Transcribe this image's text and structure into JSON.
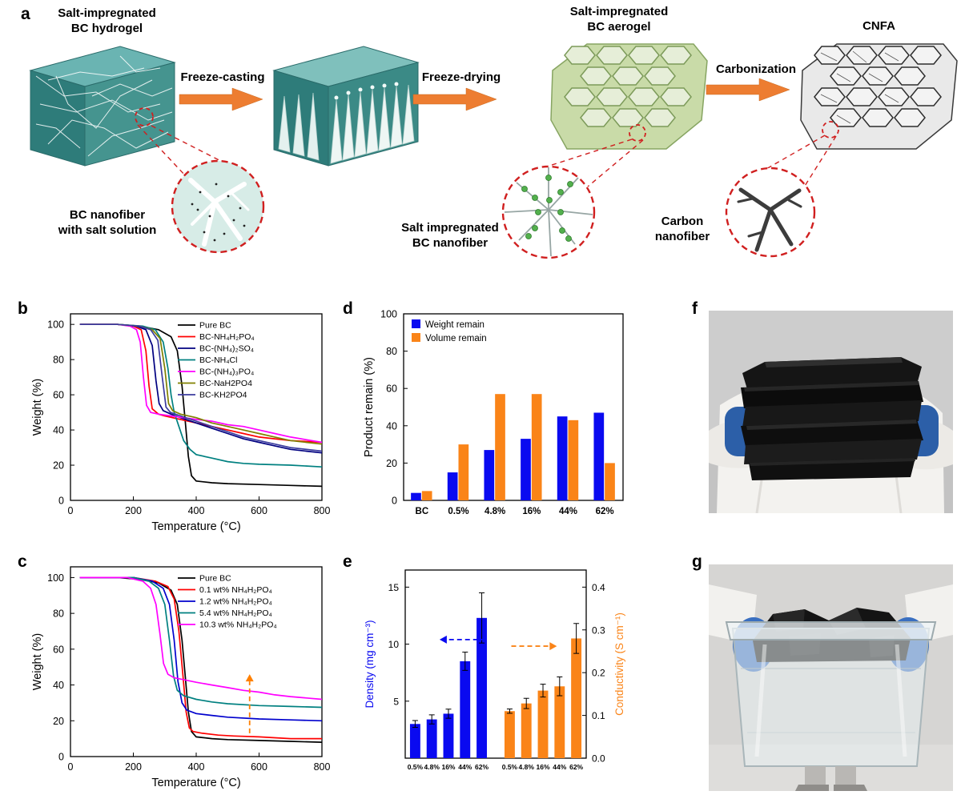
{
  "figure": {
    "panel_labels": {
      "a": "a",
      "b": "b",
      "c": "c",
      "d": "d",
      "e": "e",
      "f": "f",
      "g": "g"
    }
  },
  "schematic": {
    "stage1_title": "Salt-impregnated\nBC hydrogel",
    "step1": "Freeze-casting",
    "step2": "Freeze-drying",
    "stage3_title": "Salt-impregnated\nBC aerogel",
    "step3": "Carbonization",
    "stage4_title": "CNFA",
    "inset1": "BC nanofiber\nwith salt solution",
    "inset2": "Salt impregnated\nBC nanofiber",
    "inset3": "Carbon\nnanofiber"
  },
  "chart_data": [
    {
      "id": "b",
      "type": "line",
      "xlabel": "Temperature (°C)",
      "ylabel": "Weight (%)",
      "xlim": [
        0,
        800
      ],
      "ylim": [
        0,
        106
      ],
      "xticks": [
        0,
        200,
        400,
        600,
        800
      ],
      "yticks": [
        0,
        20,
        40,
        60,
        80,
        100
      ],
      "legend_position": "top-right",
      "series": [
        {
          "name": "Pure BC",
          "color": "#000000",
          "points": [
            [
              30,
              100
            ],
            [
              150,
              100
            ],
            [
              220,
              99
            ],
            [
              280,
              97
            ],
            [
              320,
              93
            ],
            [
              340,
              85
            ],
            [
              355,
              65
            ],
            [
              365,
              45
            ],
            [
              375,
              25
            ],
            [
              385,
              14
            ],
            [
              400,
              11
            ],
            [
              450,
              10
            ],
            [
              500,
              9.5
            ],
            [
              600,
              9
            ],
            [
              700,
              8.5
            ],
            [
              800,
              8
            ]
          ]
        },
        {
          "name": "BC-NH₄H₂PO₄",
          "color": "#FF0000",
          "points": [
            [
              30,
              100
            ],
            [
              150,
              100
            ],
            [
              200,
              99
            ],
            [
              225,
              97
            ],
            [
              240,
              85
            ],
            [
              250,
              65
            ],
            [
              260,
              52
            ],
            [
              280,
              49
            ],
            [
              300,
              48
            ],
            [
              350,
              46
            ],
            [
              400,
              44
            ],
            [
              450,
              42
            ],
            [
              500,
              40
            ],
            [
              550,
              38
            ],
            [
              600,
              36
            ],
            [
              650,
              35
            ],
            [
              700,
              34
            ],
            [
              800,
              33
            ]
          ]
        },
        {
          "name": "BC-(NH₄)₂SO₄",
          "color": "#000080",
          "points": [
            [
              30,
              100
            ],
            [
              150,
              100
            ],
            [
              210,
              99
            ],
            [
              240,
              97
            ],
            [
              260,
              88
            ],
            [
              272,
              68
            ],
            [
              282,
              55
            ],
            [
              295,
              51
            ],
            [
              320,
              49
            ],
            [
              350,
              47
            ],
            [
              400,
              44
            ],
            [
              450,
              41
            ],
            [
              500,
              38
            ],
            [
              550,
              35
            ],
            [
              600,
              33
            ],
            [
              650,
              31
            ],
            [
              700,
              29
            ],
            [
              800,
              27
            ]
          ]
        },
        {
          "name": "BC-NH₄Cl",
          "color": "#008080",
          "points": [
            [
              30,
              100
            ],
            [
              150,
              100
            ],
            [
              230,
              99
            ],
            [
              270,
              97
            ],
            [
              295,
              90
            ],
            [
              310,
              75
            ],
            [
              320,
              60
            ],
            [
              330,
              50
            ],
            [
              345,
              42
            ],
            [
              360,
              34
            ],
            [
              380,
              29
            ],
            [
              400,
              26
            ],
            [
              450,
              24
            ],
            [
              500,
              22
            ],
            [
              550,
              21
            ],
            [
              600,
              20.5
            ],
            [
              700,
              20
            ],
            [
              800,
              19
            ]
          ]
        },
        {
          "name": "BC-(NH₄)₃PO₄",
          "color": "#FF00FF",
          "points": [
            [
              30,
              100
            ],
            [
              150,
              100
            ],
            [
              190,
              99
            ],
            [
              210,
              97
            ],
            [
              222,
              90
            ],
            [
              232,
              70
            ],
            [
              242,
              54
            ],
            [
              255,
              50
            ],
            [
              280,
              49
            ],
            [
              320,
              48
            ],
            [
              360,
              47
            ],
            [
              400,
              46
            ],
            [
              450,
              45
            ],
            [
              500,
              43
            ],
            [
              550,
              42
            ],
            [
              600,
              40
            ],
            [
              650,
              38
            ],
            [
              700,
              36
            ],
            [
              800,
              33
            ]
          ]
        },
        {
          "name": "BC-NaH2PO4",
          "color": "#808000",
          "points": [
            [
              30,
              100
            ],
            [
              150,
              100
            ],
            [
              220,
              99
            ],
            [
              260,
              97
            ],
            [
              285,
              92
            ],
            [
              300,
              75
            ],
            [
              312,
              55
            ],
            [
              325,
              51
            ],
            [
              350,
              49
            ],
            [
              400,
              47
            ],
            [
              450,
              44
            ],
            [
              500,
              42
            ],
            [
              550,
              40
            ],
            [
              600,
              38
            ],
            [
              650,
              36
            ],
            [
              700,
              34
            ],
            [
              800,
              32
            ]
          ]
        },
        {
          "name": "BC-KH2PO4",
          "color": "#3C3C9E",
          "points": [
            [
              30,
              100
            ],
            [
              150,
              100
            ],
            [
              220,
              99
            ],
            [
              255,
              97
            ],
            [
              278,
              91
            ],
            [
              292,
              70
            ],
            [
              304,
              53
            ],
            [
              318,
              50
            ],
            [
              350,
              48
            ],
            [
              400,
              45
            ],
            [
              450,
              42
            ],
            [
              500,
              39
            ],
            [
              550,
              36
            ],
            [
              600,
              34
            ],
            [
              650,
              32
            ],
            [
              700,
              30
            ],
            [
              800,
              28
            ]
          ]
        }
      ]
    },
    {
      "id": "c",
      "type": "line",
      "xlabel": "Temperature (°C)",
      "ylabel": "Weight (%)",
      "xlim": [
        0,
        800
      ],
      "ylim": [
        0,
        106
      ],
      "xticks": [
        0,
        200,
        400,
        600,
        800
      ],
      "yticks": [
        0,
        20,
        40,
        60,
        80,
        100
      ],
      "legend_position": "top-right",
      "annotation": {
        "type": "dashed-arrow-up",
        "x": 570,
        "y1": 13,
        "y2": 46,
        "color": "#FF8000"
      },
      "series": [
        {
          "name": "Pure BC",
          "color": "#000000",
          "points": [
            [
              30,
              100
            ],
            [
              150,
              100
            ],
            [
              220,
              99
            ],
            [
              280,
              97
            ],
            [
              320,
              93
            ],
            [
              340,
              85
            ],
            [
              355,
              65
            ],
            [
              365,
              45
            ],
            [
              375,
              25
            ],
            [
              385,
              14
            ],
            [
              400,
              11
            ],
            [
              450,
              10
            ],
            [
              500,
              9.5
            ],
            [
              600,
              9
            ],
            [
              700,
              8.5
            ],
            [
              800,
              8
            ]
          ]
        },
        {
          "name": "0.1 wt% NH₄H₂PO₄",
          "color": "#FF0000",
          "points": [
            [
              30,
              100
            ],
            [
              200,
              100
            ],
            [
              270,
              98
            ],
            [
              310,
              95
            ],
            [
              330,
              88
            ],
            [
              345,
              70
            ],
            [
              358,
              45
            ],
            [
              368,
              25
            ],
            [
              378,
              16
            ],
            [
              390,
              14
            ],
            [
              420,
              13
            ],
            [
              470,
              12
            ],
            [
              520,
              11.5
            ],
            [
              600,
              11
            ],
            [
              700,
              10
            ],
            [
              800,
              10
            ]
          ]
        },
        {
          "name": "1.2 wt% NH₄H₂PO₄",
          "color": "#0000CD",
          "points": [
            [
              30,
              100
            ],
            [
              200,
              100
            ],
            [
              260,
              98
            ],
            [
              295,
              94
            ],
            [
              315,
              85
            ],
            [
              330,
              65
            ],
            [
              342,
              42
            ],
            [
              355,
              30
            ],
            [
              370,
              26
            ],
            [
              400,
              24
            ],
            [
              450,
              23
            ],
            [
              500,
              22
            ],
            [
              600,
              21
            ],
            [
              700,
              20.5
            ],
            [
              800,
              20
            ]
          ]
        },
        {
          "name": "5.4 wt% NH₄H₂PO₄",
          "color": "#008080",
          "points": [
            [
              30,
              100
            ],
            [
              200,
              100
            ],
            [
              250,
              98
            ],
            [
              280,
              94
            ],
            [
              300,
              85
            ],
            [
              315,
              65
            ],
            [
              328,
              45
            ],
            [
              340,
              37
            ],
            [
              360,
              34
            ],
            [
              400,
              32
            ],
            [
              450,
              30.5
            ],
            [
              500,
              29.5
            ],
            [
              600,
              28.5
            ],
            [
              700,
              28
            ],
            [
              800,
              27.5
            ]
          ]
        },
        {
          "name": "10.3 wt% NH₄H₂PO₄",
          "color": "#FF00FF",
          "points": [
            [
              30,
              100
            ],
            [
              180,
              100
            ],
            [
              230,
              98
            ],
            [
              255,
              94
            ],
            [
              272,
              85
            ],
            [
              285,
              68
            ],
            [
              296,
              52
            ],
            [
              310,
              46
            ],
            [
              330,
              44
            ],
            [
              360,
              43
            ],
            [
              400,
              41.5
            ],
            [
              450,
              40
            ],
            [
              500,
              38.5
            ],
            [
              550,
              37
            ],
            [
              600,
              36
            ],
            [
              650,
              34.5
            ],
            [
              700,
              33.5
            ],
            [
              800,
              32
            ]
          ]
        }
      ]
    },
    {
      "id": "d",
      "type": "bar",
      "ylabel": "Product remain (%)",
      "ylim": [
        0,
        100
      ],
      "yticks": [
        0,
        20,
        40,
        60,
        80,
        100
      ],
      "categories": [
        "BC",
        "0.5%",
        "4.8%",
        "16%",
        "44%",
        "62%"
      ],
      "legend_position": "top-left",
      "series": [
        {
          "name": "Weight remain",
          "color": "#0A0AF0",
          "values": [
            4,
            15,
            27,
            33,
            45,
            47
          ]
        },
        {
          "name": "Volume remain",
          "color": "#FA8418",
          "values": [
            5,
            30,
            57,
            57,
            43,
            20
          ]
        }
      ]
    },
    {
      "id": "e",
      "type": "dual-bar",
      "left": {
        "label": "Density (mg cm⁻³)",
        "color": "#0A0AF0",
        "categories": [
          "0.5%",
          "4.8%",
          "16%",
          "44%",
          "62%"
        ],
        "values": [
          3.0,
          3.4,
          3.9,
          8.5,
          12.3
        ],
        "errors": [
          0.3,
          0.4,
          0.4,
          0.8,
          2.2
        ],
        "ylim": [
          0,
          16.5
        ],
        "yticks": [
          5,
          10,
          15
        ]
      },
      "right": {
        "label": "Conductivity (S cm⁻¹)",
        "color": "#FA8418",
        "categories": [
          "0.5%",
          "4.8%",
          "16%",
          "44%",
          "62%"
        ],
        "values": [
          0.11,
          0.128,
          0.158,
          0.168,
          0.28
        ],
        "errors": [
          0.005,
          0.012,
          0.015,
          0.022,
          0.035
        ],
        "ylim": [
          0,
          0.44
        ],
        "yticks": [
          0,
          0.1,
          0.2,
          0.3,
          0.4
        ],
        "ytick_labels": [
          "0.0",
          "0.1",
          "0.2",
          "0.3",
          "0.4"
        ]
      },
      "annotations": [
        {
          "dir": "left",
          "color": "#0A0AF0",
          "y": 10.4,
          "axis": "left"
        },
        {
          "dir": "right",
          "color": "#FA8418",
          "y": 0.262,
          "axis": "right"
        }
      ]
    }
  ]
}
